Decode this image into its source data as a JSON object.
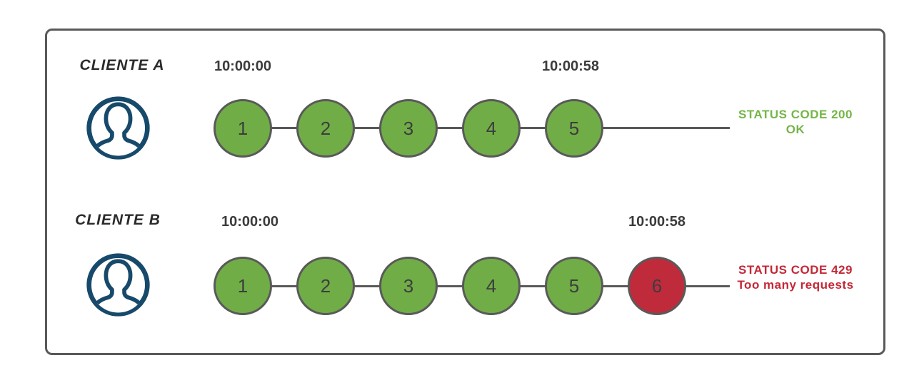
{
  "colors": {
    "success": "#70ad47",
    "error": "#c02b3c",
    "stroke": "#595959",
    "avatar": "#17496b",
    "successText": "#74b648",
    "errorText": "#c42837"
  },
  "clients": [
    {
      "name": "CLIENTE A",
      "start_time": "10:00:00",
      "end_time": "10:00:58",
      "requests": [
        {
          "label": "1",
          "status": "success"
        },
        {
          "label": "2",
          "status": "success"
        },
        {
          "label": "3",
          "status": "success"
        },
        {
          "label": "4",
          "status": "success"
        },
        {
          "label": "5",
          "status": "success"
        }
      ],
      "status": {
        "type": "success",
        "line1": "STATUS CODE 200",
        "line2": "OK"
      }
    },
    {
      "name": "CLIENTE B",
      "start_time": "10:00:00",
      "end_time": "10:00:58",
      "requests": [
        {
          "label": "1",
          "status": "success"
        },
        {
          "label": "2",
          "status": "success"
        },
        {
          "label": "3",
          "status": "success"
        },
        {
          "label": "4",
          "status": "success"
        },
        {
          "label": "5",
          "status": "success"
        },
        {
          "label": "6",
          "status": "error"
        }
      ],
      "status": {
        "type": "error",
        "line1": "STATUS CODE 429",
        "line2": "Too many requests"
      }
    }
  ]
}
